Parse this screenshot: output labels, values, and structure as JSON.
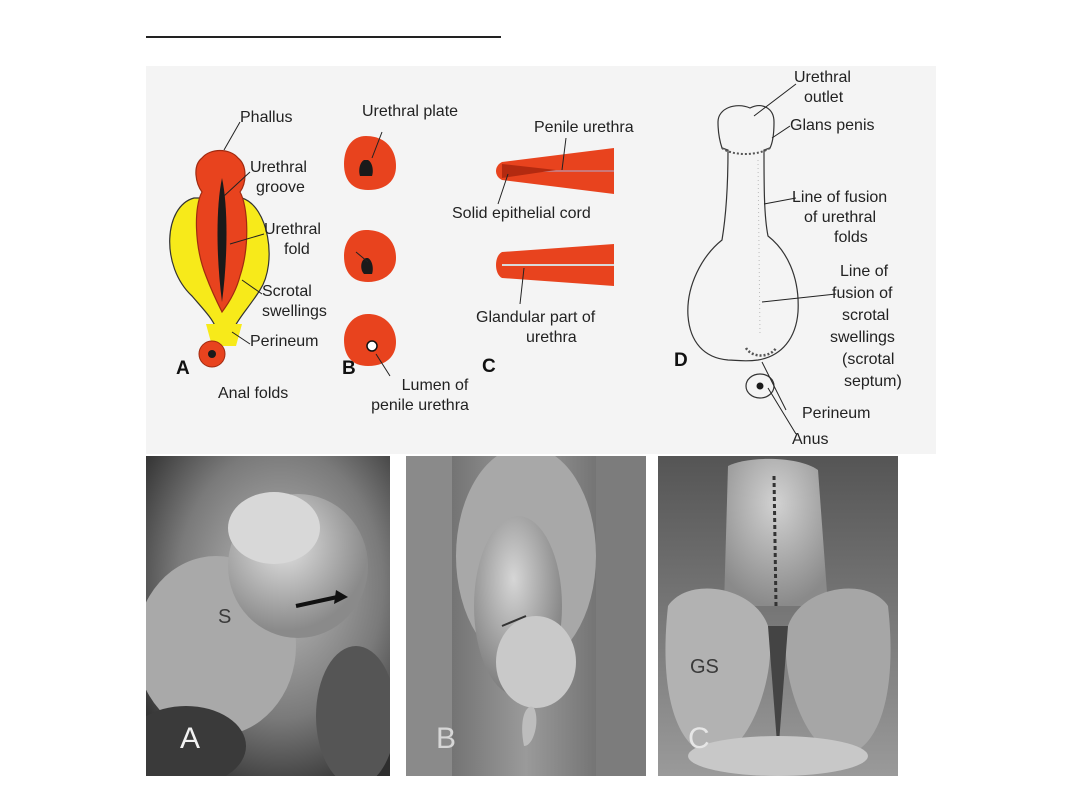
{
  "diagram": {
    "panel_letters": {
      "a": "A",
      "b": "B",
      "c": "C",
      "d": "D"
    },
    "labels": {
      "phallus": "Phallus",
      "urethral_groove_1": "Urethral",
      "urethral_groove_2": "groove",
      "urethral_fold_1": "Urethral",
      "urethral_fold_2": "fold",
      "scrotal_swellings_1": "Scrotal",
      "scrotal_swellings_2": "swellings",
      "perineum": "Perineum",
      "anal_folds": "Anal folds",
      "urethral_plate": "Urethral plate",
      "lumen_1": "Lumen of",
      "lumen_2": "penile urethra",
      "penile_urethra": "Penile urethra",
      "solid_cord": "Solid epithelial cord",
      "glandular_1": "Glandular part of",
      "glandular_2": "urethra",
      "urethral_outlet_1": "Urethral",
      "urethral_outlet_2": "outlet",
      "glans_penis": "Glans penis",
      "line_fusion_urethral_1": "Line of fusion",
      "line_fusion_urethral_2": "of urethral",
      "line_fusion_urethral_3": "folds",
      "line_fusion_scrotal_1": "Line of",
      "line_fusion_scrotal_2": "fusion of",
      "line_fusion_scrotal_3": "scrotal",
      "line_fusion_scrotal_4": "swellings",
      "line_fusion_scrotal_5": "(scrotal",
      "line_fusion_scrotal_6": "septum)",
      "perineum_d": "Perineum",
      "anus": "Anus"
    }
  },
  "photos": {
    "a": {
      "letter": "A",
      "tag": "S"
    },
    "b": {
      "letter": "B"
    },
    "c": {
      "letter": "C",
      "tag": "GS"
    }
  },
  "colors": {
    "tissue": "#e8431e",
    "tissue_dark": "#b32a10",
    "swelling": "#f7ea1a",
    "line": "#222222",
    "figure_bg": "#f4f4f4"
  }
}
